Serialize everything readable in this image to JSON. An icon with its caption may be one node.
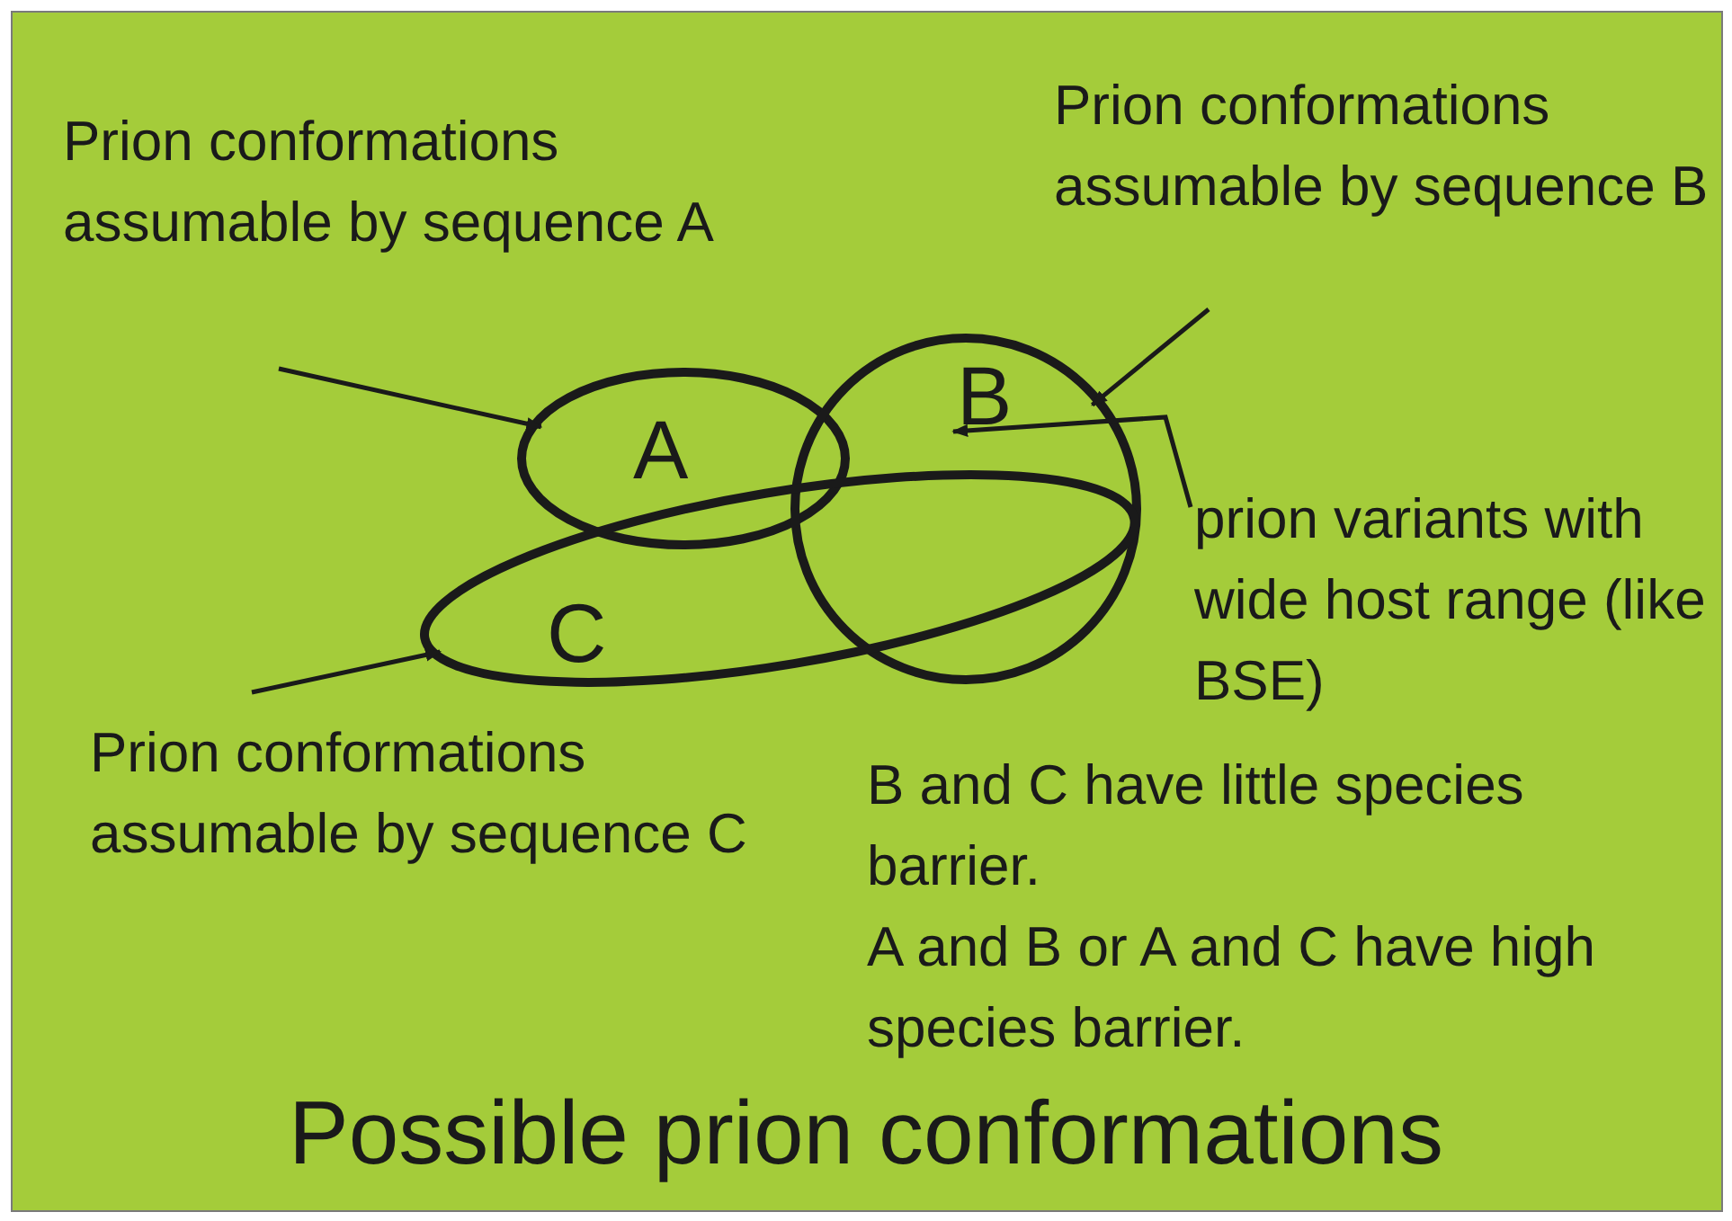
{
  "diagram": {
    "title": "Possible prion conformations",
    "nodes": [
      {
        "text": [
          "Prion conformations assumable by sequence A"
        ]
      },
      {
        "text": [
          "A"
        ]
      },
      {
        "text": [
          "Prion conformations assumable by sequence B"
        ]
      },
      {
        "text": [
          "B"
        ]
      },
      {
        "text": [
          "C"
        ]
      },
      {
        "text": [
          "Prion conformations assumable by sequence C"
        ]
      },
      {
        "text": [
          "prion variants with wide host range (like BSE)"
        ]
      }
    ],
    "edges": [
      {
        "from": 0,
        "to": 1,
        "arrow": "to"
      },
      {
        "from": 2,
        "to": 3,
        "arrow": "to"
      },
      {
        "from": 5,
        "to": 4,
        "arrow": "to"
      },
      {
        "from": 6,
        "to": 3,
        "arrow": "to"
      }
    ],
    "labels": [
      "B and C have little species barrier.",
      "A and B or A and C have high species barrier."
    ]
  }
}
